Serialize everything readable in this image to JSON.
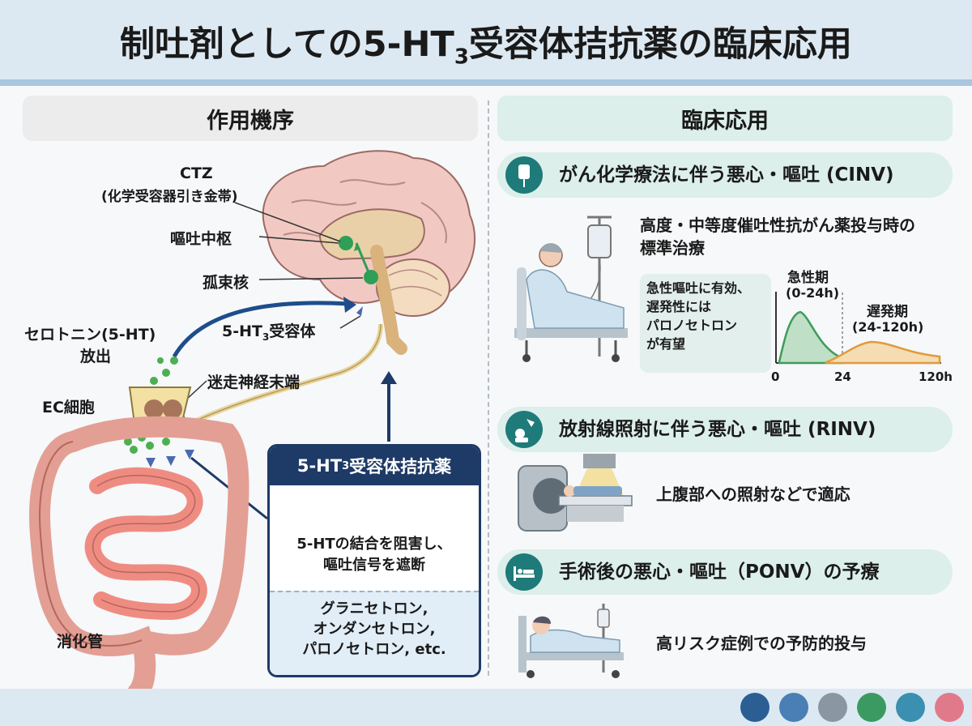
{
  "header": {
    "title_main": "制吐剤としての5-HT",
    "title_sub": "3",
    "title_tail": "受容体拮抗薬の臨床応用"
  },
  "left": {
    "section_title": "作用機序",
    "labels": {
      "ctz": "CTZ",
      "ctz_full": "(化学受容器引き金帯)",
      "vomiting_center": "嘔吐中枢",
      "nts": "孤束核",
      "receptor_main": "5-HT",
      "receptor_sub": "3",
      "receptor_tail": "受容体",
      "serotonin_1": "セロトニン(5-HT)",
      "serotonin_2": "放出",
      "vagal": "迷走神経末端",
      "ec_cell": "EC細胞",
      "gut": "消化管"
    },
    "drug_box": {
      "title_main": "5-HT",
      "title_sub": "3",
      "title_tail": "受容体拮抗薬",
      "desc_1": "5-HTの結合を阻害し、",
      "desc_2": "嘔吐信号を遮断",
      "list_1": "グラニセトロン,",
      "list_2": "オンダンセトロン,",
      "list_3": "パロノセトロン, etc."
    }
  },
  "right": {
    "section_title": "臨床応用",
    "cinv": {
      "title": "がん化学療法に伴う悪心・嘔吐 (CINV)",
      "text_1": "高度・中等度催吐性抗がん薬投与時の",
      "text_2": "標準治療",
      "note_1": "急性嘔吐に有効、",
      "note_2": "遅発性には",
      "note_3": "パロノセトロン",
      "note_4": "が有望",
      "acute_1": "急性期",
      "acute_2": "(0-24h)",
      "delayed_1": "遅発期",
      "delayed_2": "(24-120h)",
      "tick_0": "0",
      "tick_24": "24",
      "tick_120": "120h"
    },
    "rinv": {
      "title": "放射線照射に伴う悪心・嘔吐 (RINV)",
      "text": "上腹部への照射などで適応"
    },
    "ponv": {
      "title": "手術後の悪心・嘔吐（PONV）の予療",
      "text": "高リスク症例での予防的投与"
    }
  },
  "colors": {
    "header_bg": "#dde9f2",
    "navy": "#1e3a66",
    "teal": "#1f7a7a",
    "acute_green": "#3f9b5a",
    "delayed_orange": "#e19a3c"
  }
}
